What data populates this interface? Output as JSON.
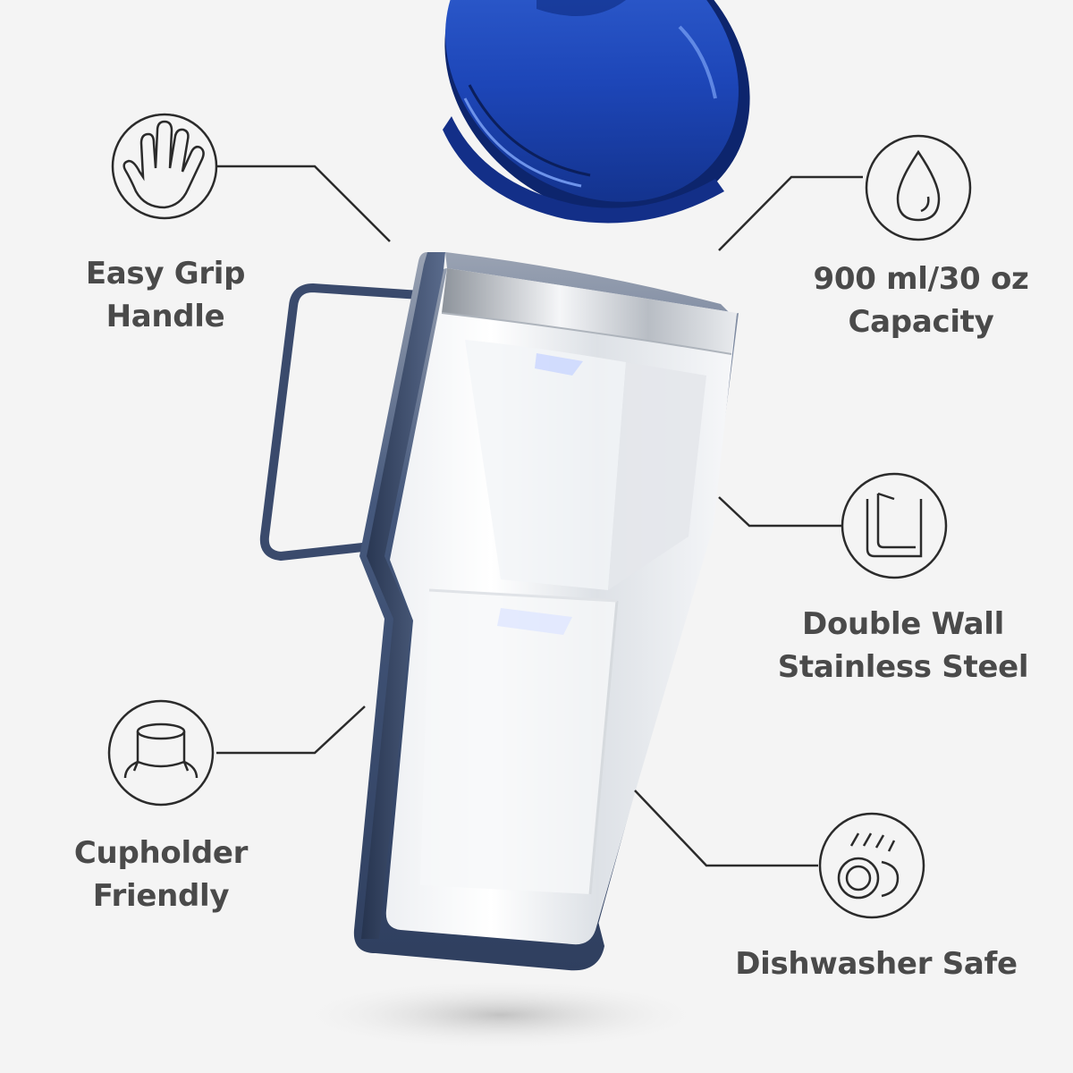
{
  "features": {
    "grip": {
      "line1": "Easy Grip",
      "line2": "Handle",
      "icon": "hand-icon"
    },
    "capacity": {
      "line1": "900 ml/30 oz",
      "line2": "Capacity",
      "icon": "water-drop-icon"
    },
    "double_wall": {
      "line1": "Double Wall",
      "line2": "Stainless Steel",
      "icon": "double-wall-icon"
    },
    "cupholder": {
      "line1": "Cupholder",
      "line2": "Friendly",
      "icon": "cupholder-icon"
    },
    "dishwasher": {
      "line1": "Dishwasher Safe",
      "icon": "dishwasher-icon"
    }
  },
  "colors": {
    "background": "#f4f4f4",
    "text": "#4a4a4a",
    "line": "#2b2b2b",
    "lid_blue": "#1f4fc4",
    "body_navy": "#3b4c6e",
    "steel": "#d9dde2"
  }
}
